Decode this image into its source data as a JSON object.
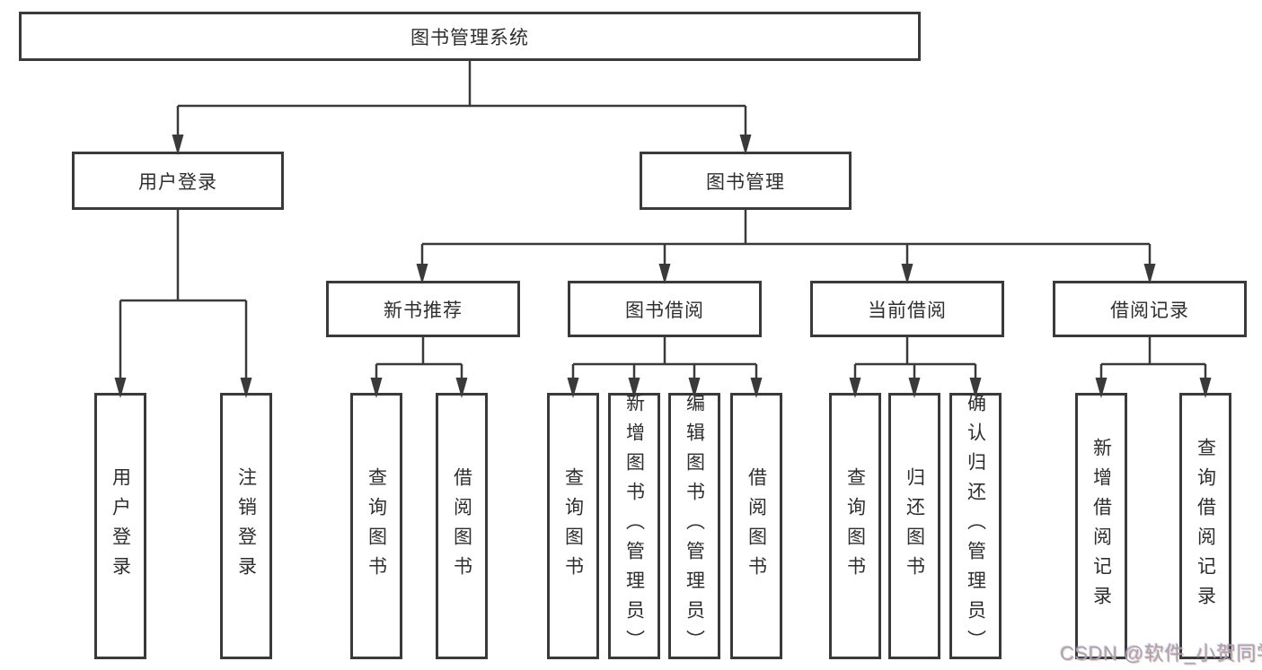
{
  "diagram": {
    "root": {
      "label": "图书管理系统"
    },
    "user_login": {
      "label": "用户登录",
      "children": [
        {
          "label": "用户登录"
        },
        {
          "label": "注销登录"
        }
      ]
    },
    "book_management": {
      "label": "图书管理",
      "sections": [
        {
          "label": "新书推荐",
          "children": [
            {
              "label": "查询图书"
            },
            {
              "label": "借阅图书"
            }
          ]
        },
        {
          "label": "图书借阅",
          "children": [
            {
              "label": "查询图书"
            },
            {
              "label": "新增图书（管理员）"
            },
            {
              "label": "编辑图书（管理员）"
            },
            {
              "label": "借阅图书"
            }
          ]
        },
        {
          "label": "当前借阅",
          "children": [
            {
              "label": "查询图书"
            },
            {
              "label": "归还图书"
            },
            {
              "label": "确认归还（管理员）"
            }
          ]
        },
        {
          "label": "借阅记录",
          "children": [
            {
              "label": "新增借阅记录"
            },
            {
              "label": "查询借阅记录"
            }
          ]
        }
      ]
    },
    "colors": {
      "line": "#3a3a3a",
      "text": "#2e2e2e",
      "background": "#ffffff",
      "watermark": "#a6a6a6"
    }
  },
  "watermark": {
    "text": "CSDN @软件_小贺同学"
  }
}
